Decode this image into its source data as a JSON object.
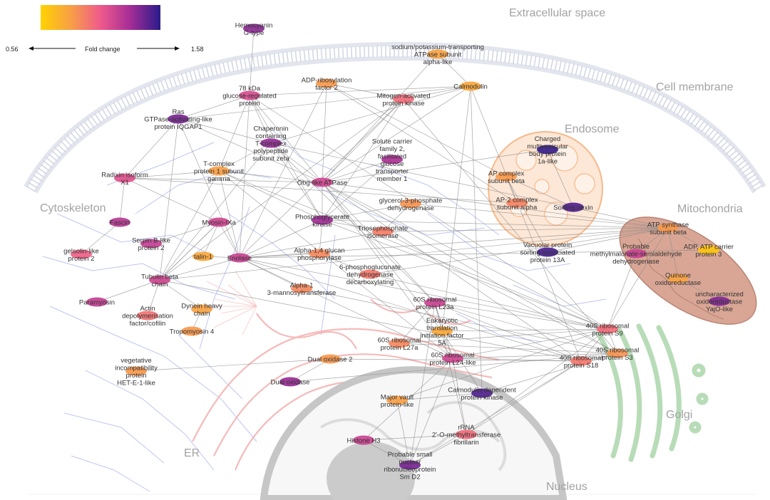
{
  "legend": {
    "title": "Fold change",
    "min_label": "0.56",
    "max_label": "1.58",
    "min": 0.56,
    "max": 1.58,
    "colors": [
      "#ffd200",
      "#f8a046",
      "#ef5a8c",
      "#a42d96",
      "#2a1b8a"
    ]
  },
  "compartments": {
    "extracellular": "Extracellular space",
    "cell_membrane": "Cell membrane",
    "endosome": "Endosome",
    "cytoskeleton": "Cytoskeleton",
    "mitochondria": "Mitochondria",
    "golgi": "Golgi",
    "er": "ER",
    "nucleus": "Nucleus"
  },
  "colors": {
    "membrane": "#d7d9e6",
    "endosome_fill": "#fde7d6",
    "endosome_stroke": "#f7b98a",
    "mito_fill": "#c98e7a",
    "golgi": "#9fcf9f",
    "er": "#f3a3a3",
    "nucleus": "#b4b4b4",
    "cytoskeleton": "#9da9e8",
    "edge": "#8a8a8a"
  },
  "proteins": [
    {
      "id": "hemocyanin",
      "label": "Hemocyanin G-type",
      "fc": 1.38
    },
    {
      "id": "nakatpase",
      "label": "sodium/potassium-transporting ATPase subunit alpha-like",
      "fc": 0.8
    },
    {
      "id": "grp78",
      "label": "78 kDa glucose-regulated protein",
      "fc": 1.15
    },
    {
      "id": "arf2",
      "label": "ADP-ribosylation factor 2",
      "fc": 0.84
    },
    {
      "id": "calmodulin",
      "label": "Calmodulin",
      "fc": 0.78
    },
    {
      "id": "mapk",
      "label": "Mitogen-activated protein kinase",
      "fc": 1.0
    },
    {
      "id": "iqgap1",
      "label": "Ras GTPase-activating-like protein IQGAP1",
      "fc": 1.42
    },
    {
      "id": "cct",
      "label": "Chaperonin containing T-complex polypeptide subunit zeta",
      "fc": 1.36
    },
    {
      "id": "slc2",
      "label": "Solute carrier family 2, facilitated glucose transporter member 1",
      "fc": 1.3
    },
    {
      "id": "chmp1a",
      "label": "Charged multivesicular body protein 1a-like",
      "fc": 1.55
    },
    {
      "id": "tcp1",
      "label": "T-complex protein 1 subunit gamma",
      "fc": 0.82
    },
    {
      "id": "radixin",
      "label": "Radixin isoform X1",
      "fc": 1.12
    },
    {
      "id": "obg",
      "label": "Obg-like ATPase",
      "fc": 1.18
    },
    {
      "id": "ap_beta",
      "label": "AP complex subunit beta",
      "fc": 0.84
    },
    {
      "id": "g3pdh",
      "label": "glycerol-3-phosphate dehydrogenase",
      "fc": 0.86
    },
    {
      "id": "ap2_alpha",
      "label": "AP-2 complex subunit alpha",
      "fc": 0.92
    },
    {
      "id": "snx",
      "label": "Sorting nexin",
      "fc": 1.5
    },
    {
      "id": "fascin",
      "label": "Fascin",
      "fc": 1.26
    },
    {
      "id": "pgk",
      "label": "Phosphoglycerate kinase",
      "fc": 1.33
    },
    {
      "id": "tpi",
      "label": "Triosephosphate isomerase",
      "fc": 0.94
    },
    {
      "id": "myo9",
      "label": "Myosin-IXa",
      "fc": 1.18
    },
    {
      "id": "atpbeta",
      "label": "ATP synthase subunit beta",
      "fc": 0.84
    },
    {
      "id": "serpin",
      "label": "Serpin B-like protein 2",
      "fc": 1.22
    },
    {
      "id": "gelsolin",
      "label": "gelsolin-like protein 2",
      "fc": 1.05
    },
    {
      "id": "talin",
      "label": "talin-1",
      "fc": 0.78
    },
    {
      "id": "enolase",
      "label": "Enolase",
      "fc": 1.2
    },
    {
      "id": "glucanphos",
      "label": "Alpha-1,4 glucan phosphorylase",
      "fc": 0.9
    },
    {
      "id": "vps13a",
      "label": "Vacuolar protein sorting-associated protein 13A",
      "fc": 1.52
    },
    {
      "id": "mmsdh",
      "label": "Probable methylmalonate-semialdehyde dehydrogenase",
      "fc": 1.2
    },
    {
      "id": "adpatp",
      "label": "ADP, ATP carrier protein 3",
      "fc": 0.62
    },
    {
      "id": "pgd",
      "label": "6-phosphogluconate dehydrogenase decarboxylating",
      "fc": 0.96
    },
    {
      "id": "tubulin",
      "label": "Tubulin beta chain",
      "fc": 1.18
    },
    {
      "id": "mannosyl",
      "label": "Alpha-1 3-mannosyltransferase",
      "fc": 0.9
    },
    {
      "id": "quinone",
      "label": "Quinone oxidoreductase",
      "fc": 0.8
    },
    {
      "id": "paramyosin",
      "label": "Paramyosin",
      "fc": 1.22
    },
    {
      "id": "dynein",
      "label": "Dynein heavy chain",
      "fc": 0.8
    },
    {
      "id": "rpl23a",
      "label": "60S ribosomal protein L23a",
      "fc": 1.2
    },
    {
      "id": "yajo",
      "label": "uncharacterized oxidoreductase YajO-like",
      "fc": 1.4
    },
    {
      "id": "cofilin",
      "label": "Actin depolymerisation factor/cofilin",
      "fc": 0.98
    },
    {
      "id": "eif5a",
      "label": "Eukaryotic translation initiation factor 5A",
      "fc": 0.78
    },
    {
      "id": "rps9",
      "label": "40S ribosomal protein S9",
      "fc": 1.0
    },
    {
      "id": "tropomyosin",
      "label": "Tropomyosin 4",
      "fc": 0.84
    },
    {
      "id": "rpl27a",
      "label": "60S ribosomal protein L27a",
      "fc": 0.9
    },
    {
      "id": "rps3",
      "label": "40S ribosomal protein S3",
      "fc": 0.86
    },
    {
      "id": "het",
      "label": "vegetative incompatibility protein HET-E-1-like",
      "fc": 0.84
    },
    {
      "id": "duox2",
      "label": "Dual oxidase 2",
      "fc": 0.84
    },
    {
      "id": "rpl24",
      "label": "60S ribosomal protein L24-like",
      "fc": 1.18
    },
    {
      "id": "rps18",
      "label": "40S ribosomal protein S18",
      "fc": 0.96
    },
    {
      "id": "duox",
      "label": "Dual oxidase",
      "fc": 1.35
    },
    {
      "id": "camk",
      "label": "Calmodulin-dependent protein kinase",
      "fc": 1.5
    },
    {
      "id": "mvp",
      "label": "Major vault protein-like",
      "fc": 0.82
    },
    {
      "id": "fibrillarin",
      "label": "rRNA 2'-O-methyltransferase fibrillarin",
      "fc": 1.0
    },
    {
      "id": "h3",
      "label": "Histone H3",
      "fc": 1.2
    },
    {
      "id": "smd2",
      "label": "Probable small nuclear ribonucleoprotein Sm D2",
      "fc": 1.42
    }
  ]
}
